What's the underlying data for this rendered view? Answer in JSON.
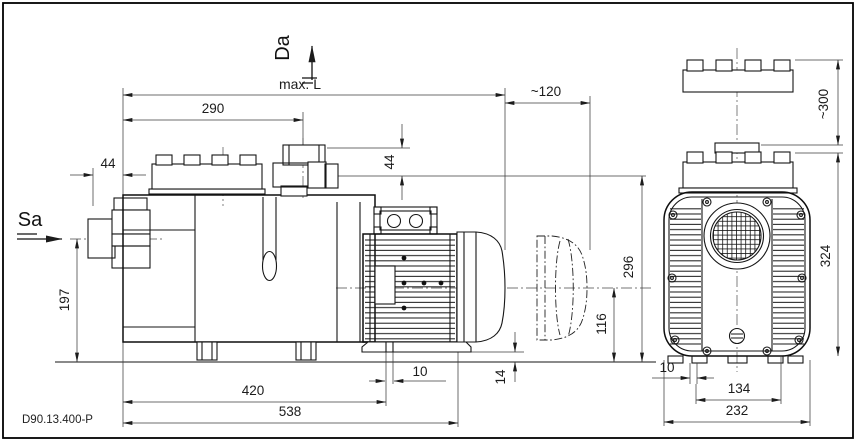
{
  "drawing": {
    "number": "D90.13.400-P",
    "colors": {
      "background": "#ffffff",
      "object_line": "#161616",
      "dimension_line": "#3d3d3d"
    },
    "ports": {
      "suction_label": "Sa",
      "discharge_label": "Da"
    },
    "side_view": {
      "dim_max_length_label": "max. L",
      "dim_removal_clearance": "~120",
      "dim_lid_center": "290",
      "dim_suction_overhang": "44",
      "dim_discharge_stub_height": "44",
      "dim_suction_axis_height": "197",
      "dim_foot_hole_span": "420",
      "dim_overall_length": "538",
      "dim_foot_slot_width": "10",
      "dim_base_clearance": "14",
      "dim_shaft_axis_height": "116",
      "dim_discharge_port_height": "296"
    },
    "front_view": {
      "dim_lid_removal_clearance": "~300",
      "dim_overall_height": "324",
      "dim_foot_slot_width": "10",
      "dim_foot_hole_span": "134",
      "dim_overall_width": "232"
    }
  }
}
